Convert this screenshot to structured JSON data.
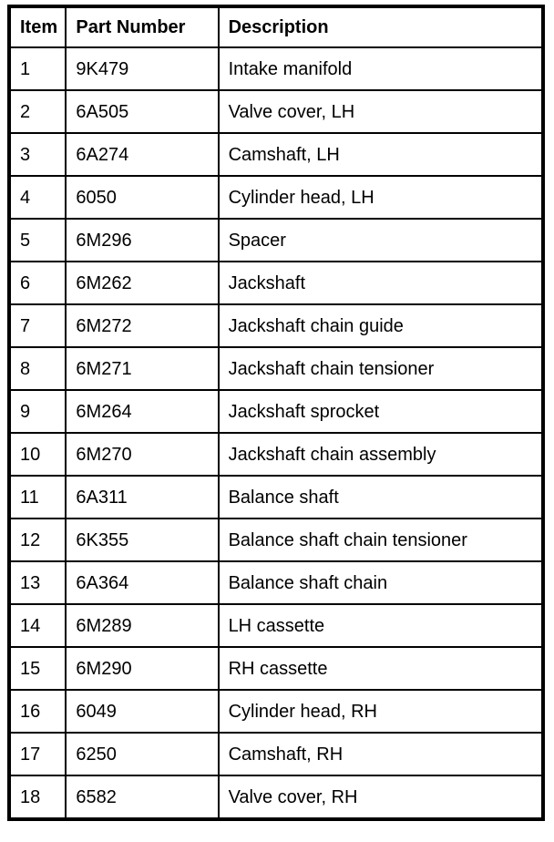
{
  "table": {
    "headers": [
      "Item",
      "Part Number",
      "Description"
    ],
    "rows": [
      {
        "item": "1",
        "part_number": "9K479",
        "description": "Intake manifold"
      },
      {
        "item": "2",
        "part_number": "6A505",
        "description": "Valve cover, LH"
      },
      {
        "item": "3",
        "part_number": "6A274",
        "description": "Camshaft, LH"
      },
      {
        "item": "4",
        "part_number": "6050",
        "description": "Cylinder head, LH"
      },
      {
        "item": "5",
        "part_number": "6M296",
        "description": "Spacer"
      },
      {
        "item": "6",
        "part_number": "6M262",
        "description": "Jackshaft"
      },
      {
        "item": "7",
        "part_number": "6M272",
        "description": "Jackshaft chain guide"
      },
      {
        "item": "8",
        "part_number": "6M271",
        "description": "Jackshaft chain tensioner"
      },
      {
        "item": "9",
        "part_number": "6M264",
        "description": "Jackshaft sprocket"
      },
      {
        "item": "10",
        "part_number": "6M270",
        "description": "Jackshaft chain assembly"
      },
      {
        "item": "11",
        "part_number": "6A311",
        "description": "Balance shaft"
      },
      {
        "item": "12",
        "part_number": "6K355",
        "description": "Balance shaft chain tensioner"
      },
      {
        "item": "13",
        "part_number": "6A364",
        "description": "Balance shaft chain"
      },
      {
        "item": "14",
        "part_number": "6M289",
        "description": "LH cassette"
      },
      {
        "item": "15",
        "part_number": "6M290",
        "description": "RH cassette"
      },
      {
        "item": "16",
        "part_number": "6049",
        "description": "Cylinder head, RH"
      },
      {
        "item": "17",
        "part_number": "6250",
        "description": "Camshaft, RH"
      },
      {
        "item": "18",
        "part_number": "6582",
        "description": "Valve cover, RH"
      }
    ],
    "colors": {
      "text": "#000000",
      "border": "#000000",
      "background": "#ffffff"
    }
  }
}
